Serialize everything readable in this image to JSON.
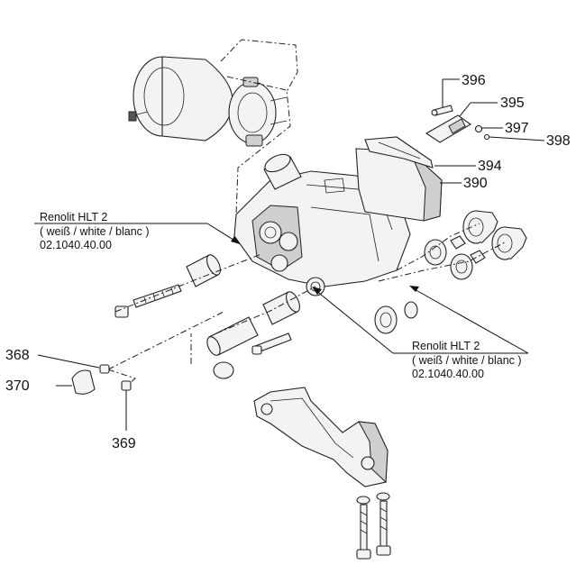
{
  "callouts": {
    "c396": "396",
    "c395": "395",
    "c397": "397",
    "c398": "398",
    "c394": "394",
    "c390": "390",
    "c368": "368",
    "c370": "370",
    "c369": "369"
  },
  "notes": {
    "upper": {
      "line1": "Renolit HLT 2",
      "line2": "( weiß / white / blanc )",
      "line3": "02.1040.40.00"
    },
    "lower": {
      "line1": "Renolit HLT 2",
      "line2": "( weiß / white / blanc )",
      "line3": "02.1040.40.00"
    }
  }
}
